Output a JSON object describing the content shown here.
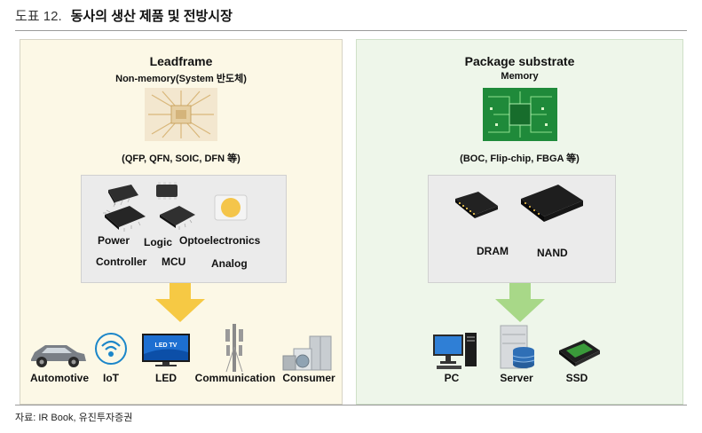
{
  "figure": {
    "number": "도표 12.",
    "title": "동사의 생산 제품 및 전방시장"
  },
  "left": {
    "title": "Leadframe",
    "subtitle": "Non-memory(System 반도체)",
    "types": "(QFP, QFN, SOIC, DFN 等)",
    "chips": [
      "Power",
      "Logic",
      "Optoelectronics",
      "Controller",
      "MCU",
      "Analog"
    ],
    "applications": [
      "Automotive",
      "IoT",
      "LED",
      "Communication",
      "Consumer"
    ],
    "tv_text": "LED TV"
  },
  "right": {
    "title": "Package substrate",
    "subtitle": "Memory",
    "types": "(BOC, Flip-chip, FBGA 等)",
    "chips": [
      "DRAM",
      "NAND"
    ],
    "applications": [
      "PC",
      "Server",
      "SSD"
    ]
  },
  "source": "자료: IR Book, 유진투자증권",
  "colors": {
    "left_panel": "#fcf8e6",
    "right_panel": "#eef6ea",
    "arrow_left": "#f6c944",
    "arrow_right": "#a8d888"
  }
}
